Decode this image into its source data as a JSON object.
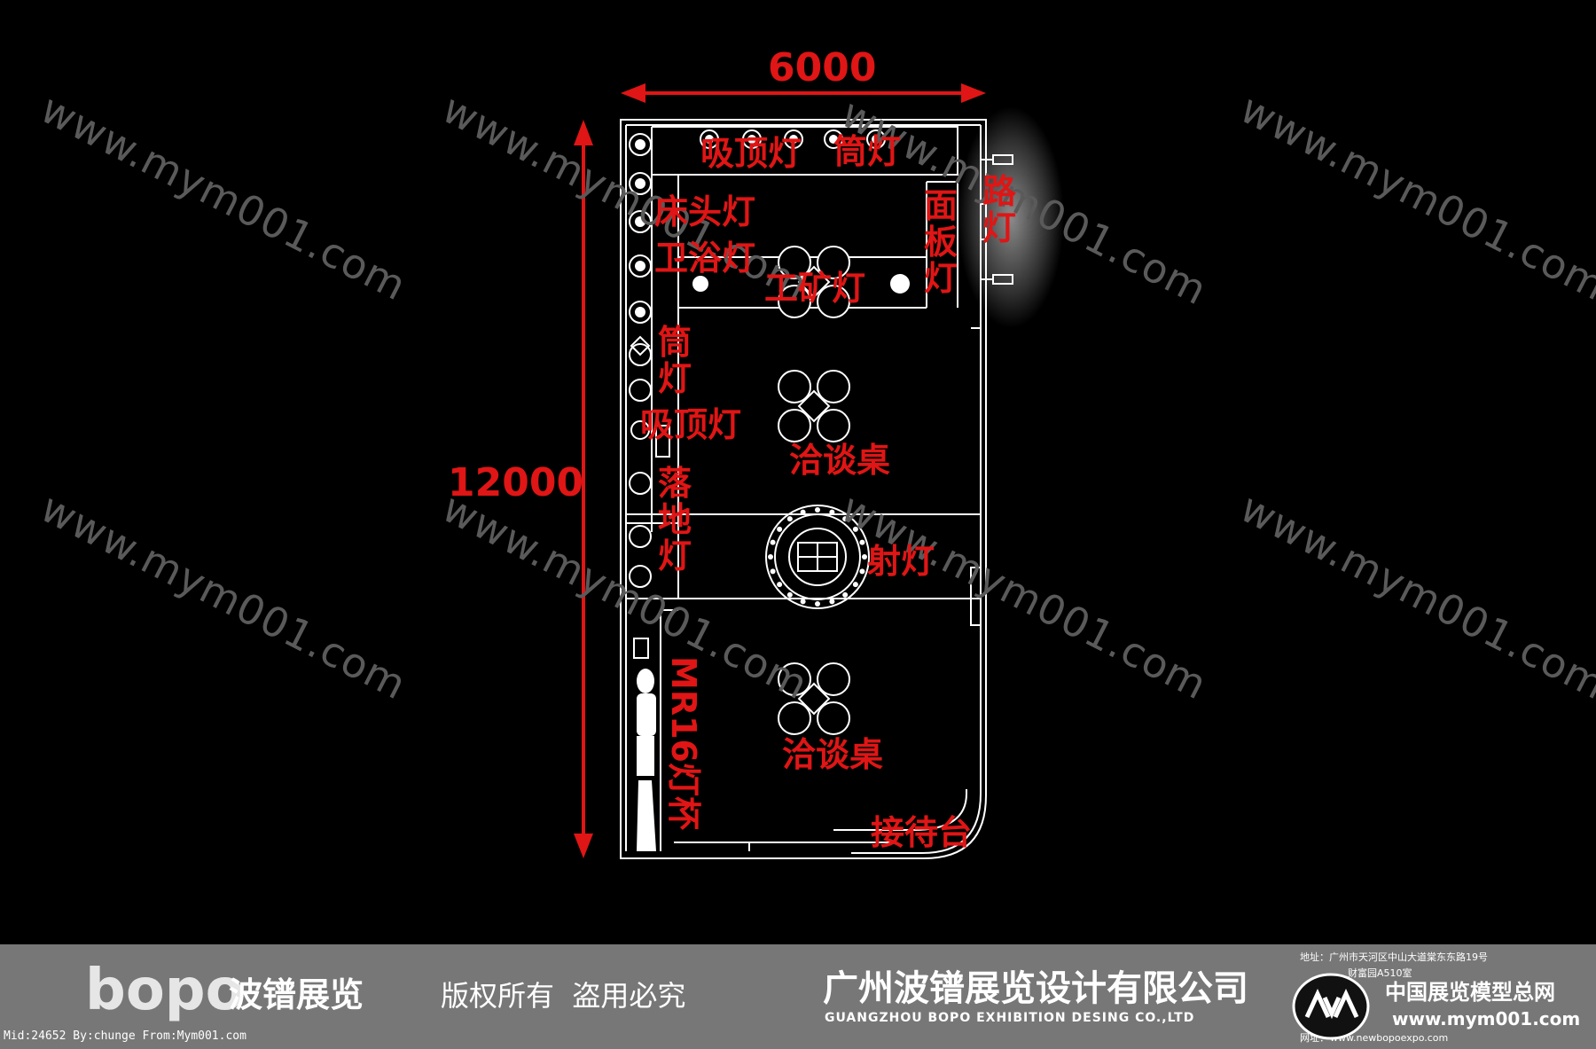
{
  "dimensions": {
    "width": "6000",
    "height": "12000"
  },
  "watermark": "www.mym001.com",
  "labels": {
    "ceiling_light_top": "吸顶灯",
    "downlight_top": "筒灯",
    "bedside_light": "床头灯",
    "bath_light": "卫浴灯",
    "mining_light": "工矿灯",
    "panel_light": "面板灯",
    "road_light": "路灯",
    "downlight_side": "筒灯",
    "ceiling_light_side": "吸顶灯",
    "floor_lamp": "落地灯",
    "spotlight": "射灯",
    "negotiation_table_1": "洽谈桌",
    "negotiation_table_2": "洽谈桌",
    "mr16_cup": "MR16灯杯",
    "reception_desk": "接待台"
  },
  "footer": {
    "logo_text": "bopo",
    "brand_cn": "波镨展览",
    "copyright": "版权所有  盗用必究",
    "company_cn": "广州波镨展览设计有限公司",
    "company_en": "GUANGZHOU BOPO EXHIBITION DESING CO.,LTD",
    "address": "地址：广州市天河区中山大道棠东东路19号",
    "address2": "财富园A510室",
    "website_label": "网址：",
    "website": "www.newbopoexpo.com",
    "partner_cn": "中国展览模型总网",
    "partner_url": "www.mym001.com",
    "meta": "Mid:24652 By:chunge From:Mym001.com"
  },
  "colors": {
    "background": "#000000",
    "accent": "#e01515",
    "lines": "#ffffff",
    "footer": "#777777",
    "logo_orange": "#f08a1c"
  }
}
